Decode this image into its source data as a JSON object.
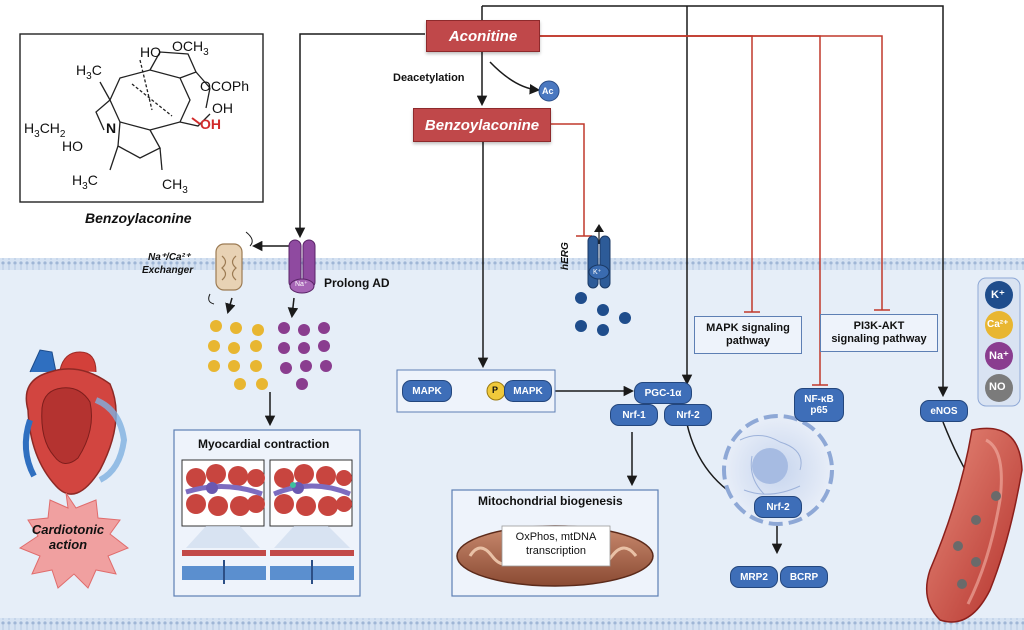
{
  "compounds": {
    "aconitine": "Aconitine",
    "benzoylaconine": "Benzoylaconine",
    "deacetylation": "Deacetylation",
    "ac": "Ac"
  },
  "structure": {
    "caption": "Benzoylaconine",
    "ho_top": "HO",
    "och3_top": "OCH",
    "sub3": "3",
    "h3co_left": "H",
    "h3co_mid": "3",
    "h3co_end": "C",
    "ocoph": "OCOPh",
    "oh1": "OH",
    "oh_red": "OH",
    "ethyl_h3c": "H",
    "ethyl_sub": "3",
    "ethyl_ch2": "CH",
    "ethyl_sub2": "2",
    "n_atom": "N",
    "ho_left": "HO",
    "h3co_bottom": "H",
    "h3co_bottom_sub": "3",
    "h3co_bottom_end": "C",
    "och3_bottom": "CH",
    "och3_bottom_sub": "3"
  },
  "channels": {
    "exchanger_line1": "Na⁺/Ca²⁺",
    "exchanger_line2": "Exchanger",
    "na_channel": "Na⁺",
    "prolong": "Prolong AD",
    "herg": "hERG",
    "k_channel": "K⁺"
  },
  "pathways": {
    "mapk": "MAPK",
    "p_badge": "P",
    "mapk_p": "MAPK",
    "pgc": "PGC-1α",
    "nrf1": "Nrf-1",
    "nrf2": "Nrf-2",
    "nfkb_line1": "NF-κB",
    "nfkb_line2": "p65",
    "mapk_signaling_line1": "MAPK signaling",
    "mapk_signaling_line2": "pathway",
    "pi3k_line1": "PI3K-AKT",
    "pi3k_line2": "signaling pathway",
    "enos": "eNOS",
    "nrf2_nuc": "Nrf-2",
    "mrp2": "MRP2",
    "bcrp": "BCRP"
  },
  "boxes": {
    "myocardial": "Myocardial contraction",
    "mito_title": "Mitochondrial biogenesis",
    "mito_line1": "OxPhos, mtDNA",
    "mito_line2": "transcription"
  },
  "effects": {
    "cardiotonic_line1": "Cardiotonic",
    "cardiotonic_line2": "action"
  },
  "legend": {
    "k": "K⁺",
    "ca": "Ca²⁺",
    "na": "Na⁺",
    "no": "NO"
  },
  "colors": {
    "red_box": "#c0484a",
    "inhibition_line": "#c0392b",
    "pill_blue": "#3e6eb8",
    "calcium_yellow": "#e8b631",
    "sodium_purple": "#8a3d8f",
    "potassium_navy": "#1f4d8c",
    "membrane_bg": "#e6eef8"
  }
}
